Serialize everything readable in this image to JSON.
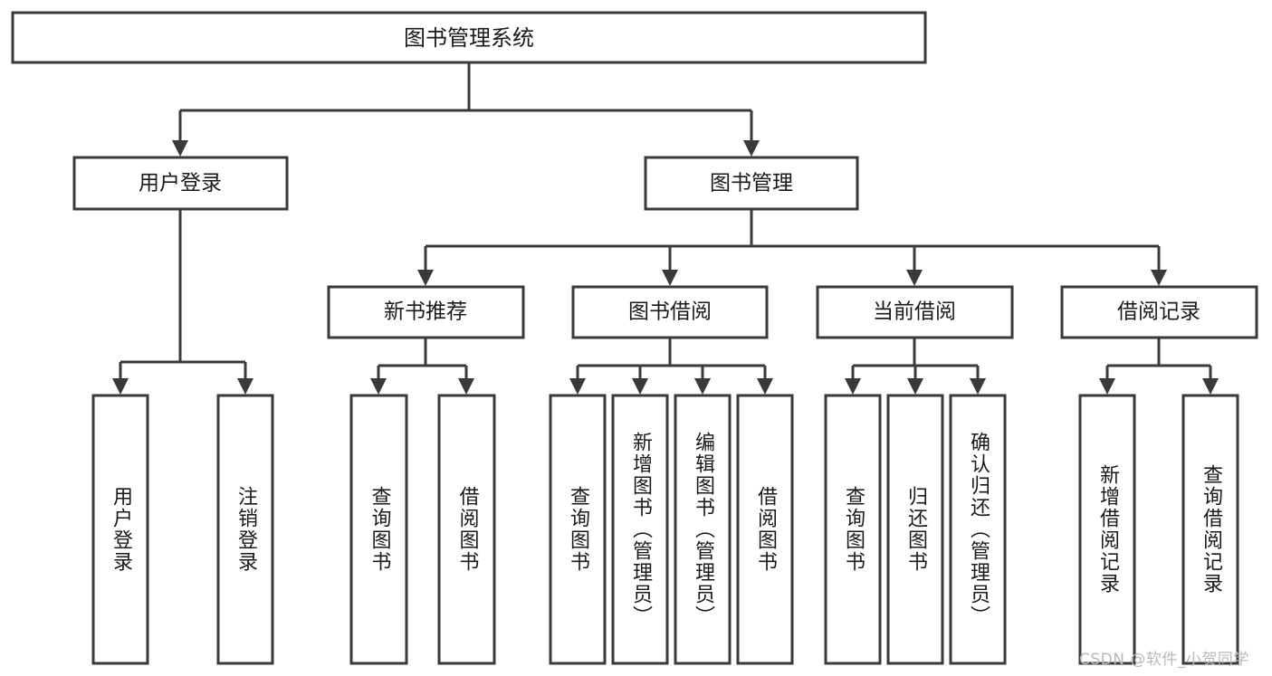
{
  "diagram": {
    "type": "tree-hierarchy-functional-decomposition",
    "title": "图书管理系统",
    "colors": {
      "box_stroke": "#3a3a3a",
      "box_fill": "#ffffff",
      "connector": "#3a3a3a",
      "text": "#1a1a1a",
      "background": "#ffffff",
      "watermark": "#b9b9b9"
    },
    "root": {
      "label": "图书管理系统",
      "level": 0
    },
    "level1": [
      {
        "label": "用户登录"
      },
      {
        "label": "图书管理"
      }
    ],
    "level2": [
      {
        "label": "新书推荐",
        "parent": "图书管理"
      },
      {
        "label": "图书借阅",
        "parent": "图书管理"
      },
      {
        "label": "当前借阅",
        "parent": "图书管理"
      },
      {
        "label": "借阅记录",
        "parent": "图书管理"
      }
    ],
    "leaves": {
      "用户登录": [
        "用户登录",
        "注销登录"
      ],
      "新书推荐": [
        "查询图书",
        "借阅图书"
      ],
      "图书借阅": [
        "查询图书",
        "新增图书（管理员）",
        "编辑图书（管理员）",
        "借阅图书"
      ],
      "当前借阅": [
        "查询图书",
        "归还图书",
        "确认归还（管理员）"
      ],
      "借阅记录": [
        "新增借阅记录",
        "查询借阅记录"
      ]
    }
  },
  "watermark": {
    "text": "CSDN @软件_小贺同学"
  }
}
